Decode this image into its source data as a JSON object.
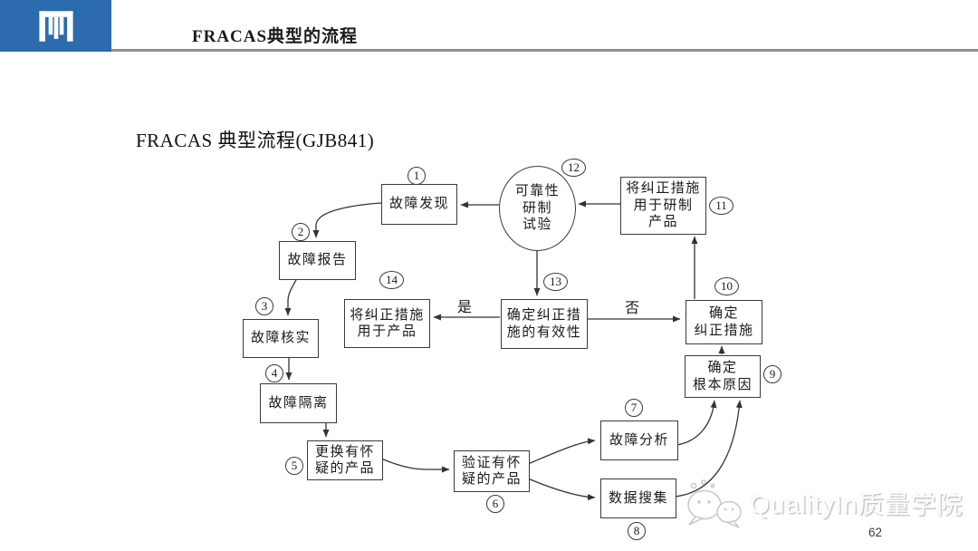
{
  "header": {
    "title": "FRACAS典型的流程"
  },
  "slide": {
    "title": "FRACAS 典型流程(GJB841)",
    "page_number": "62"
  },
  "watermark": {
    "text": "QualityIn质量学院",
    "icon": "wechat-chat-bubbles"
  },
  "colors": {
    "logo_blue": "#2b6bae",
    "header_rule": "#8f8f8f",
    "line_ink": "#333333",
    "watermark_gray": "#c6c6c6"
  },
  "flowchart": {
    "yes_label": "是",
    "no_label": "否",
    "nodes": [
      {
        "num": "1",
        "label": "故障发现",
        "lines": [
          "故障发现"
        ]
      },
      {
        "num": "2",
        "label": "故障报告",
        "lines": [
          "故障报告"
        ]
      },
      {
        "num": "3",
        "label": "故障核实",
        "lines": [
          "故障核实"
        ]
      },
      {
        "num": "4",
        "label": "故障隔离",
        "lines": [
          "故障隔离"
        ]
      },
      {
        "num": "5",
        "label": "更换有怀疑的产品",
        "lines": [
          "更换有怀",
          "疑的产品"
        ]
      },
      {
        "num": "6",
        "label": "验证有怀疑的产品",
        "lines": [
          "验证有怀",
          "疑的产品"
        ]
      },
      {
        "num": "7",
        "label": "故障分析",
        "lines": [
          "故障分析"
        ]
      },
      {
        "num": "8",
        "label": "数据搜集",
        "lines": [
          "数据搜集"
        ]
      },
      {
        "num": "9",
        "label": "确定根本原因",
        "lines": [
          "确定",
          "根本原因"
        ]
      },
      {
        "num": "10",
        "label": "确定纠正措施",
        "lines": [
          "确定",
          "纠正措施"
        ]
      },
      {
        "num": "11",
        "label": "将纠正措施用于研制产品",
        "lines": [
          "将纠正措施",
          "用于研制",
          "产品"
        ]
      },
      {
        "num": "12",
        "label": "可靠性研制试验",
        "lines": [
          "可靠性",
          "研制",
          "试验"
        ]
      },
      {
        "num": "13",
        "label": "确定纠正措施的有效性",
        "lines": [
          "确定纠正措",
          "施的有效性"
        ]
      },
      {
        "num": "14",
        "label": "将纠正措施用于产品",
        "lines": [
          "将纠正措施",
          "用于产品"
        ]
      }
    ]
  }
}
